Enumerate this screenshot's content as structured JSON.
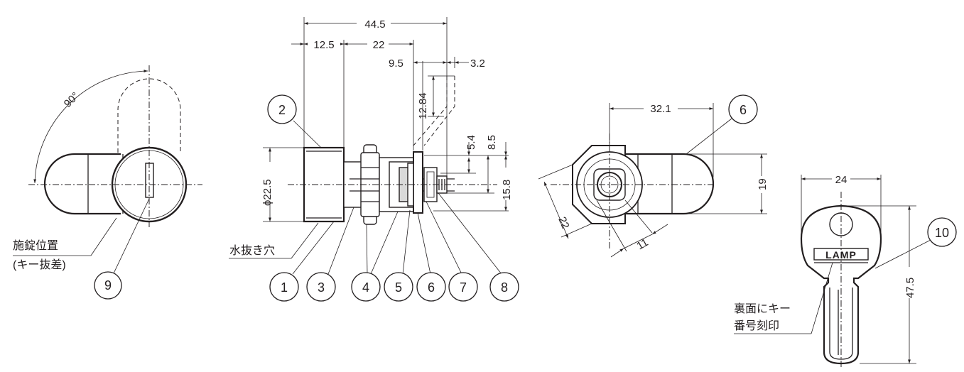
{
  "left_view": {
    "angle_label": "90°",
    "note_line1": "施錠位置",
    "note_line2": "(キー抜差)",
    "callout": "9"
  },
  "side_view": {
    "dim_total": "44.5",
    "dim_a": "12.5",
    "dim_b": "22",
    "dim_c": "9.5",
    "dim_d": "3.2",
    "dim_e": "12.84",
    "dim_f": "5.4",
    "dim_g": "8.5",
    "dim_h": "15.8",
    "dim_dia": "ϕ22.5",
    "drain_label": "水抜き穴",
    "callouts": [
      "2",
      "1",
      "3",
      "4",
      "5",
      "6",
      "7",
      "8"
    ]
  },
  "end_view": {
    "dim_width": "32.1",
    "dim_height": "19",
    "dim_hex": "22",
    "dim_sq": "11",
    "callout": "6"
  },
  "key_view": {
    "dim_width": "24",
    "dim_height": "47.5",
    "brand": "LAMP",
    "note_line1": "裏面にキー",
    "note_line2": "番号刻印",
    "callout": "10"
  }
}
